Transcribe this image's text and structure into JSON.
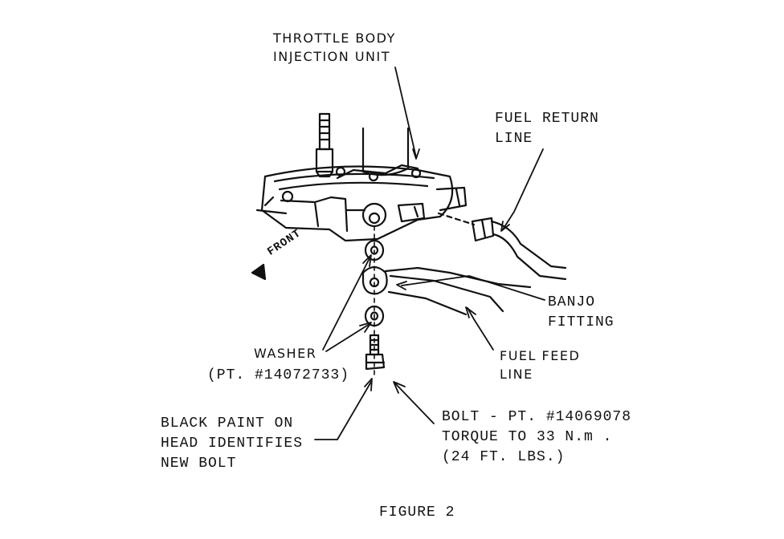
{
  "labels": {
    "throttle_body": [
      "THROTTLE BODY",
      "INJECTION UNIT"
    ],
    "fuel_return": [
      "FUEL RETURN",
      "LINE"
    ],
    "front": "FRONT",
    "banjo": [
      "BANJO",
      "FITTING"
    ],
    "fuel_feed": [
      "FUEL FEED",
      "LINE"
    ],
    "washer": [
      "WASHER",
      "(PT. #14072733)"
    ],
    "black_paint": [
      "BLACK PAINT ON",
      "HEAD IDENTIFIES",
      "NEW BOLT"
    ],
    "bolt": [
      "BOLT - PT. #14069078",
      "TORQUE TO 33 N.m  .",
      "(24 FT. LBS.)"
    ],
    "caption": "FIGURE 2"
  },
  "colors": {
    "ink": "#111111",
    "background": "#ffffff"
  }
}
